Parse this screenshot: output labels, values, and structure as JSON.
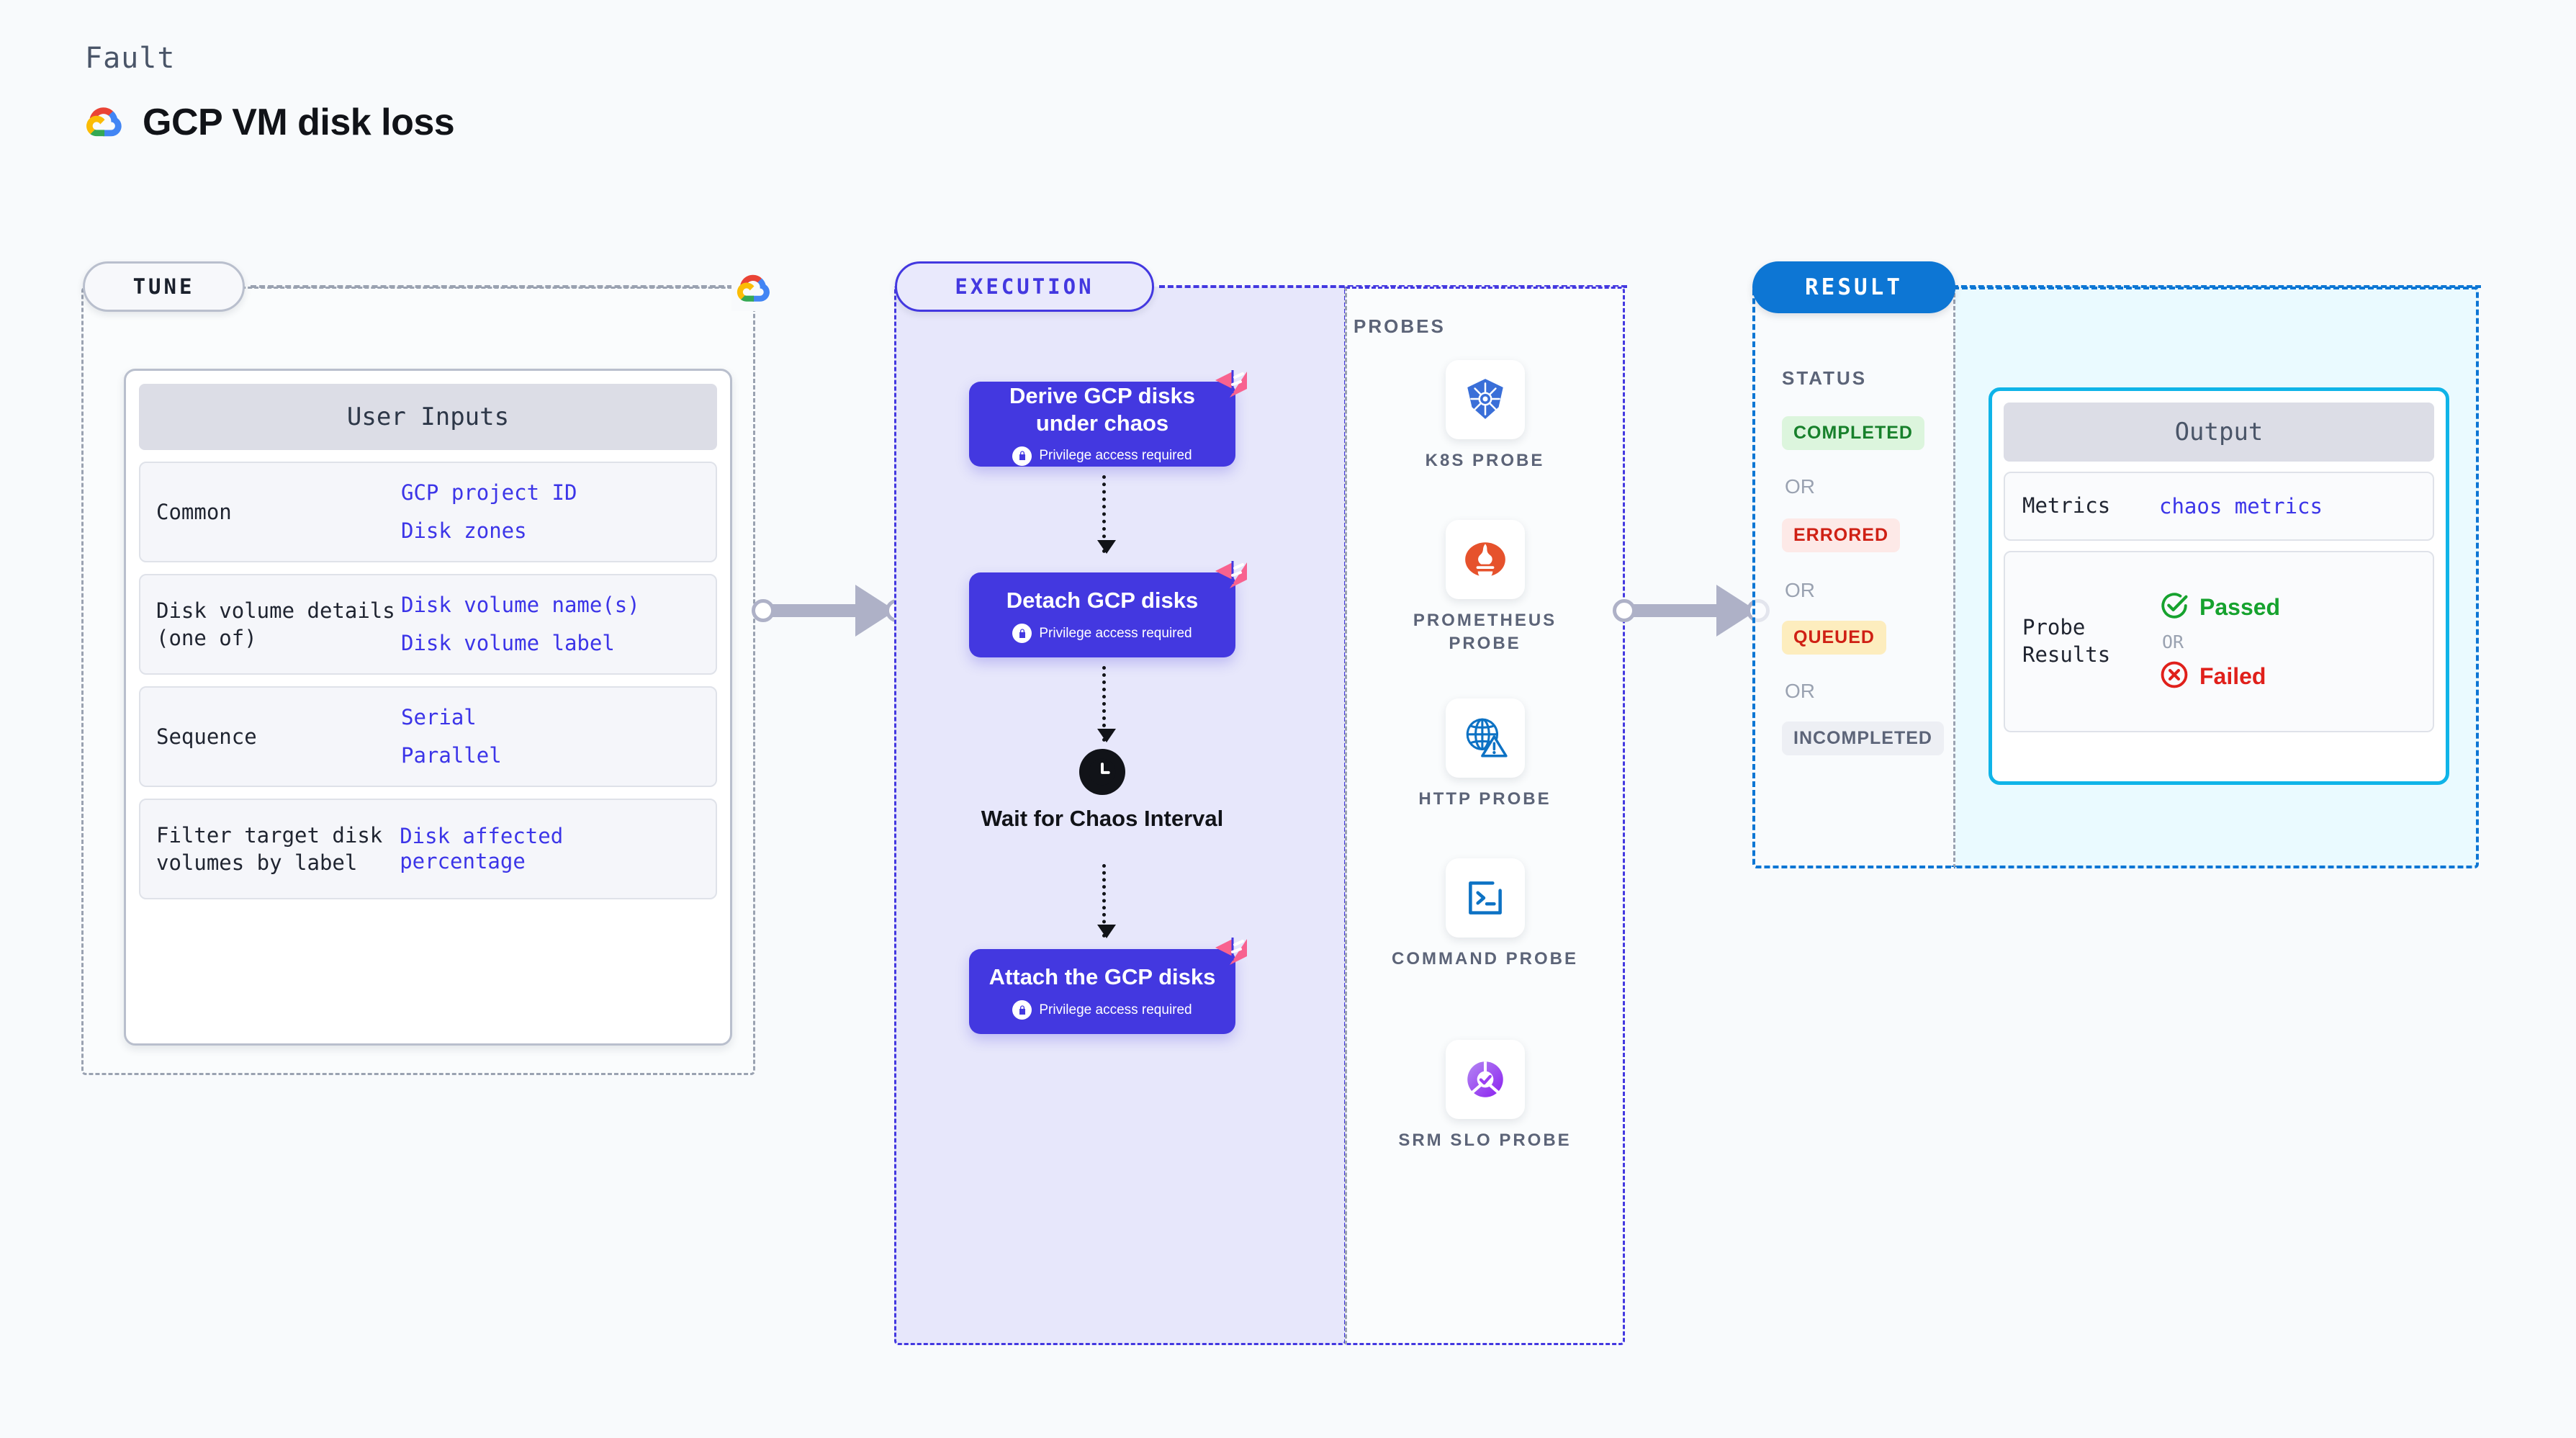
{
  "header": {
    "eyebrow": "Fault",
    "title": "GCP VM disk loss",
    "logo_icon": "google-cloud-icon"
  },
  "tune": {
    "pill_label": "TUNE",
    "connector_icon": "google-cloud-icon",
    "card": {
      "header": "User Inputs",
      "rows": [
        {
          "label": "Common",
          "values": [
            "GCP project ID",
            "Disk zones"
          ]
        },
        {
          "label": "Disk volume details (one of)",
          "values": [
            "Disk volume name(s)",
            "Disk volume label"
          ]
        },
        {
          "label": "Sequence",
          "values": [
            "Serial",
            "Parallel"
          ]
        },
        {
          "label": "Filter target disk volumes by label",
          "values": [
            "Disk affected percentage"
          ]
        }
      ]
    }
  },
  "execution": {
    "pill_label": "EXECUTION",
    "privilege_label": "Privilege access required",
    "blocks": [
      {
        "title": "Derive GCP disks under chaos",
        "privilege": "Privilege access required",
        "corner_icon": "chaos-flag-icon",
        "lock_icon": "lock-icon"
      },
      {
        "title": "Detach GCP disks",
        "privilege": "Privilege access required",
        "corner_icon": "chaos-flag-icon",
        "lock_icon": "lock-icon"
      },
      {
        "title": "Attach the GCP disks",
        "privilege": "Privilege access required",
        "corner_icon": "chaos-flag-icon",
        "lock_icon": "lock-icon"
      }
    ],
    "wait_node": {
      "label": "Wait for Chaos Interval",
      "icon": "clock-icon"
    }
  },
  "probes": {
    "title": "PROBES",
    "items": [
      {
        "label": "K8S PROBE",
        "icon": "kubernetes-icon"
      },
      {
        "label": "PROMETHEUS PROBE",
        "icon": "prometheus-icon"
      },
      {
        "label": "HTTP PROBE",
        "icon": "http-globe-warning-icon"
      },
      {
        "label": "COMMAND PROBE",
        "icon": "terminal-icon"
      },
      {
        "label": "SRM SLO PROBE",
        "icon": "srm-slo-icon"
      }
    ]
  },
  "result": {
    "pill_label": "RESULT",
    "status_title": "STATUS",
    "or_label": "OR",
    "statuses": [
      {
        "label": "COMPLETED",
        "bg": "#dcf5dd",
        "color": "#17802b"
      },
      {
        "label": "ERRORED",
        "bg": "#fde9e7",
        "color": "#cf2014"
      },
      {
        "label": "QUEUED",
        "bg": "#fdedbe",
        "color": "#cf2014"
      },
      {
        "label": "INCOMPLETED",
        "bg": "#edeff4",
        "color": "#5c6478"
      }
    ]
  },
  "output": {
    "header": "Output",
    "metrics_label": "Metrics",
    "metrics_value": "chaos metrics",
    "probe_results_label": "Probe Results",
    "passed_label": "Passed",
    "failed_label": "Failed",
    "or_label": "OR",
    "passed_icon": "check-circle-icon",
    "failed_icon": "x-circle-icon"
  },
  "colors": {
    "accent_indigo": "#4338e0",
    "accent_blue": "#0d76d4",
    "accent_cyan": "#0fb4e8",
    "link_blue": "#3c35e8",
    "gray_dash": "#9aa2b1",
    "pink_chaos": "#f8628f"
  }
}
